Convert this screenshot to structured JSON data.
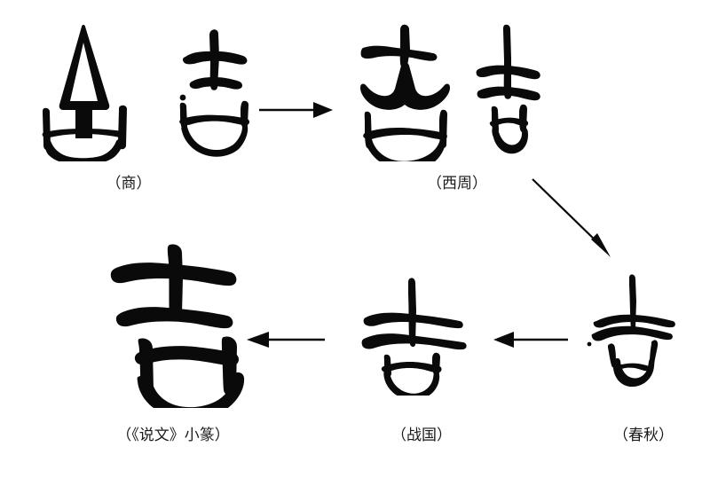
{
  "figure": {
    "subject_character": "吉",
    "background_color": "#ffffff",
    "ink_color": "#000000",
    "type": "character-evolution-diagram"
  },
  "glyphs": [
    {
      "id": "shang-a",
      "icon_name": "oracle-bone-glyph-ji-shang-a",
      "description": "hollow triangular blade over open container",
      "period_key": "shang"
    },
    {
      "id": "shang-b",
      "icon_name": "oracle-bone-glyph-ji-shang-b",
      "description": "vertical stroke with two crossbars over open mouth",
      "period_key": "shang"
    },
    {
      "id": "xizhou-a",
      "icon_name": "bronze-glyph-ji-xizhou-a",
      "description": "filled wedge under crossbar over wide container",
      "period_key": "xizhou"
    },
    {
      "id": "xizhou-b",
      "icon_name": "bronze-glyph-ji-xizhou-b",
      "description": "two thick crossbars over narrow mouth",
      "period_key": "xizhou"
    },
    {
      "id": "chunqiu",
      "icon_name": "bronze-glyph-ji-chunqiu",
      "description": "thin vertical with two curved bars over small rounded mouth",
      "period_key": "chunqiu"
    },
    {
      "id": "zhanguo",
      "icon_name": "bronze-glyph-ji-zhanguo",
      "description": "long vertical with two wavy bars over rounded mouth",
      "period_key": "zhanguo"
    },
    {
      "id": "xiaozhuan",
      "icon_name": "seal-script-glyph-ji-xiaozhuan",
      "description": "bold shi radical over bold square mouth",
      "period_key": "xiaozhuan"
    }
  ],
  "labels": [
    {
      "key": "shang",
      "text": "（商）"
    },
    {
      "key": "xizhou",
      "text": "（西周）"
    },
    {
      "key": "chunqiu",
      "text": "（春秋）"
    },
    {
      "key": "zhanguo",
      "text": "（战国）"
    },
    {
      "key": "xiaozhuan",
      "text": "（《说文》小篆）"
    }
  ],
  "arrows": [
    {
      "id": "arrow-shang-to-xizhou",
      "icon_name": "arrow-right-icon",
      "direction": "right",
      "from_period": "shang",
      "to_period": "xizhou"
    },
    {
      "id": "arrow-xizhou-to-chunqiu",
      "icon_name": "arrow-down-right-icon",
      "direction": "down-right",
      "from_period": "xizhou",
      "to_period": "chunqiu"
    },
    {
      "id": "arrow-chunqiu-to-zhanguo",
      "icon_name": "arrow-left-icon",
      "direction": "left",
      "from_period": "chunqiu",
      "to_period": "zhanguo"
    },
    {
      "id": "arrow-zhanguo-to-xiaozhuan",
      "icon_name": "arrow-left-icon",
      "direction": "left",
      "from_period": "zhanguo",
      "to_period": "xiaozhuan"
    }
  ]
}
